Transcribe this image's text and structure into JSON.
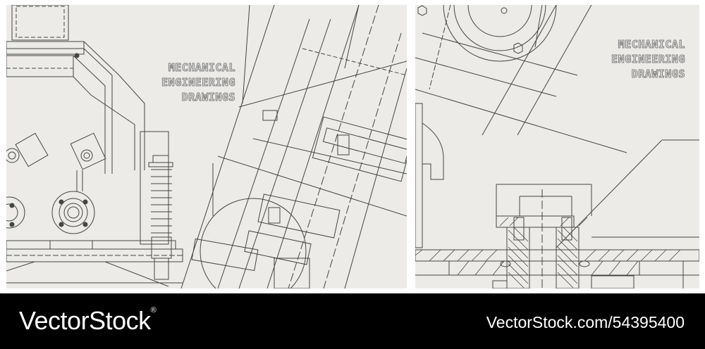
{
  "left_panel": {
    "title_lines": [
      "MECHANICAL",
      "ENGINEERING",
      "DRAWINGS"
    ]
  },
  "right_panel": {
    "title_lines": [
      "MECHANICAL",
      "ENGINEERING",
      "DRAWINGS"
    ]
  },
  "footer": {
    "logo": "VectorStock",
    "logo_mark": "®",
    "image_id": "VectorStock.com/54395400"
  },
  "colors": {
    "paper": "#ecebe8",
    "line": "#444444",
    "footer_bg": "#000000",
    "footer_text": "#ffffff"
  }
}
